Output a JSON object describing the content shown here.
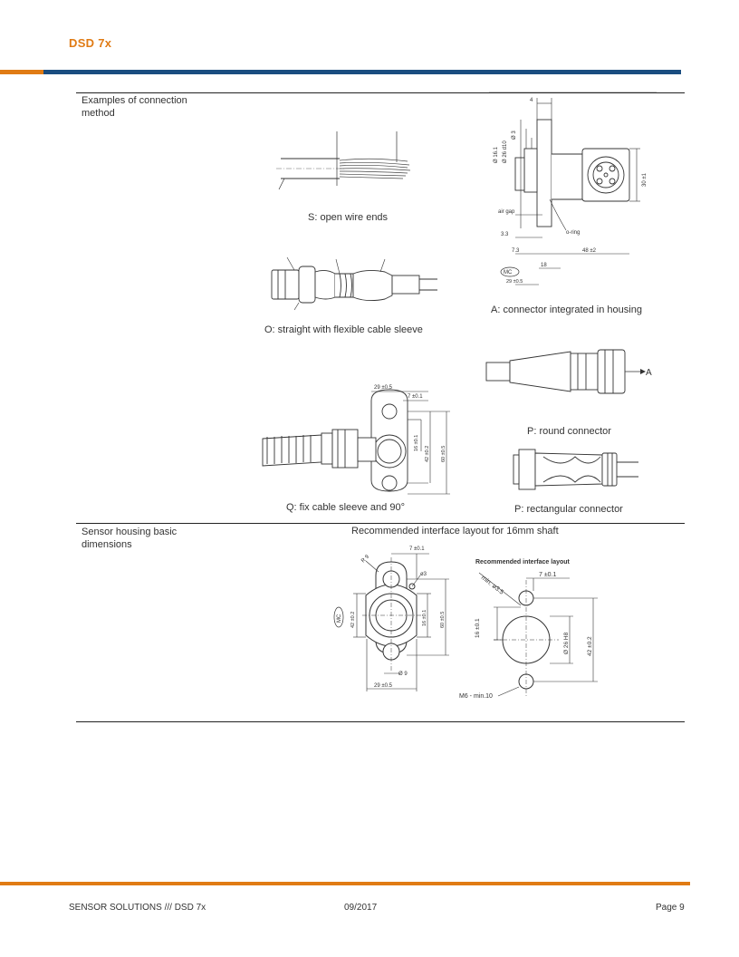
{
  "header": {
    "title": "DSD 7x"
  },
  "colors": {
    "brand_orange": "#e07b14",
    "brand_blue": "#1a4d80"
  },
  "sections": [
    {
      "label": "Examples of connection method",
      "captions": {
        "open_wire": "S: open wire ends",
        "flexible_sleeve": "O: straight with flexible cable sleeve",
        "fix_sleeve": "Q: fix cable sleeve and 90°",
        "integrated": "A: connector integrated in housing",
        "round": "P: round connector",
        "rectangular": "P: rectangular connector"
      }
    },
    {
      "label": "Sensor housing basic dimensions",
      "caption": "Recommended interface layout for 16mm shaft"
    }
  ],
  "drawing_labels": {
    "dim_29": "29 ±0.5",
    "dim_7": "7 ±0.1",
    "dim_16": "16 ±0.1",
    "dim_42": "42 ±0.2",
    "dim_60": "60 ±0.5",
    "dim_phi9": "Ø 9",
    "dim_r9": "R 9",
    "dim_phi3": "ø3",
    "mc": "MC",
    "rec_title": "Recommended interface layout",
    "min_35": "min. ø3.5",
    "dim_26h8": "Ø 26 H8",
    "m6": "M6 - min.10",
    "dim_4": "4",
    "dim_16_1": "Ø 16.1",
    "dim_26d10": "Ø 26 d10",
    "dim_3": "Ø 3",
    "air_gap": "air gap",
    "o_ring": "o-ring",
    "dim_33": "3.3",
    "dim_73": "7.3",
    "dim_48": "48 ±2",
    "dim_18": "18",
    "dim_30": "30 ±1",
    "label_a": "A"
  },
  "footer": {
    "left": "SENSOR SOLUTIONS /// DSD 7x",
    "center": "09/2017",
    "right": "Page 9"
  }
}
